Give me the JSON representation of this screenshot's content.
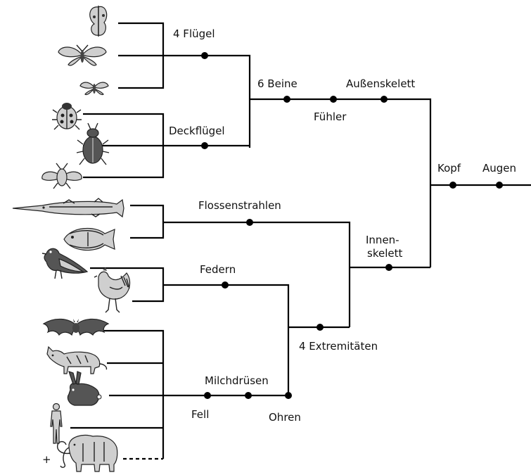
{
  "labels": {
    "four_wings": "4 Flügel",
    "elytra": "Deckflügel",
    "six_legs": "6 Beine",
    "antennae": "Fühler",
    "exoskeleton": "Außenskelett",
    "head": "Kopf",
    "eyes": "Augen",
    "fin_rays": "Flossenstrahlen",
    "endoskeleton_1": "Innen-",
    "endoskeleton_2": "skelett",
    "feathers": "Federn",
    "four_limbs": "4 Extremitäten",
    "mammary_glands": "Milchdrüsen",
    "fur": "Fell",
    "ears": "Ohren",
    "extinct_marker": "+"
  },
  "taxa_icons": [
    "butterfly-icon",
    "moth-icon",
    "small-moth-icon",
    "ladybug-icon",
    "stag-beetle-icon",
    "cockchafer-icon",
    "gar-fish-icon",
    "flatfish-icon",
    "pigeon-icon",
    "chicken-icon",
    "bat-icon",
    "cat-icon",
    "rabbit-icon",
    "human-icon",
    "mammoth-icon"
  ]
}
